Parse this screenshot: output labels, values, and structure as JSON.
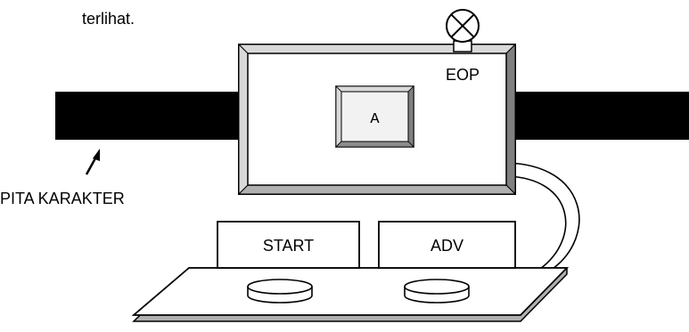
{
  "caption": {
    "fragment": "terlihat."
  },
  "labels": {
    "tape": "PITA KARAKTER",
    "eop": "EOP",
    "display_char": "A",
    "start": "START",
    "adv": "ADV"
  },
  "colors": {
    "stroke": "#000000",
    "tape": "#000000",
    "box_face": "#ffffff",
    "bevel_light": "#d9d9d9",
    "bevel_dark": "#808080",
    "display_face": "#f2f2f2",
    "shadow": "#b0b0b0"
  },
  "icons": {
    "lamp": "lamp-x-icon",
    "arrow": "arrow-icon"
  }
}
